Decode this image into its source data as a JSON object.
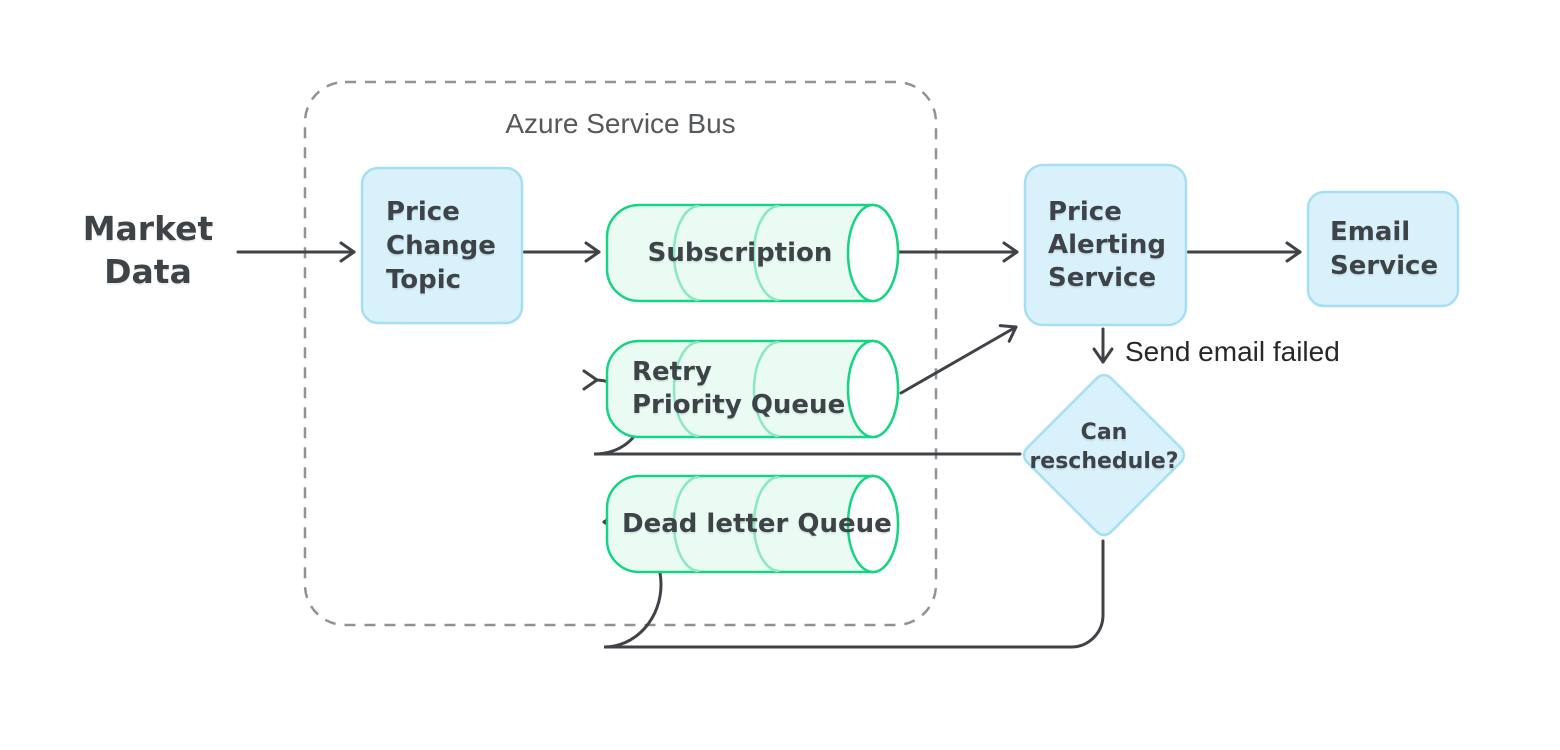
{
  "container": {
    "label": "Azure Service Bus"
  },
  "nodes": {
    "market_data": {
      "type": "text",
      "lines": [
        "Market",
        "Data"
      ]
    },
    "price_change_topic": {
      "type": "process",
      "lines": [
        "Price",
        "Change",
        "Topic"
      ]
    },
    "subscription": {
      "type": "queue",
      "label": "Subscription"
    },
    "retry_priority_queue": {
      "type": "queue",
      "lines": [
        "Retry",
        "Priority Queue"
      ]
    },
    "dead_letter_queue": {
      "type": "queue",
      "label": "Dead letter Queue"
    },
    "price_alerting_service": {
      "type": "process",
      "lines": [
        "Price",
        "Alerting",
        "Service"
      ]
    },
    "email_service": {
      "type": "process",
      "lines": [
        "Email",
        "Service"
      ]
    },
    "can_reschedule": {
      "type": "decision",
      "lines": [
        "Can",
        "reschedule?"
      ]
    }
  },
  "edges": [
    {
      "from": "market_data",
      "to": "price_change_topic",
      "label": ""
    },
    {
      "from": "price_change_topic",
      "to": "subscription",
      "label": ""
    },
    {
      "from": "subscription",
      "to": "price_alerting_service",
      "label": ""
    },
    {
      "from": "price_alerting_service",
      "to": "email_service",
      "label": ""
    },
    {
      "from": "price_alerting_service",
      "to": "can_reschedule",
      "label": "Send email failed"
    },
    {
      "from": "retry_priority_queue",
      "to": "price_alerting_service",
      "label": ""
    },
    {
      "from": "can_reschedule",
      "to": "retry_priority_queue",
      "label": ""
    },
    {
      "from": "can_reschedule",
      "to": "dead_letter_queue",
      "label": ""
    }
  ],
  "colors": {
    "process_fill": "#D8F1FB",
    "process_stroke": "#A6DFF3",
    "queue_fill": "#E9FBF3",
    "queue_stroke": "#15D482",
    "queue_inner_stroke": "#8AE8C2",
    "connector": "#3F4347",
    "container_border": "#909396",
    "node_text": "#3E4347",
    "background": "#FFFFFF"
  }
}
